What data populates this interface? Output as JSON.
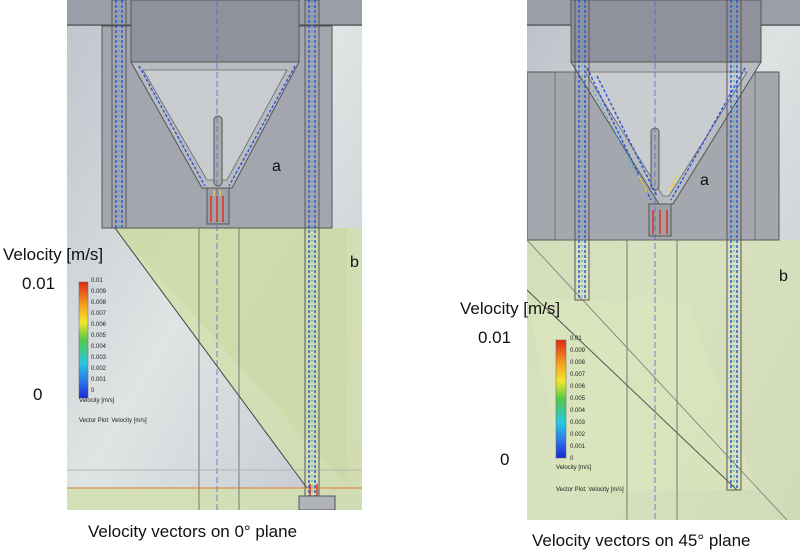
{
  "left": {
    "velocity_label": "Velocity [m/s]",
    "max_label": "0.01",
    "min_label": "0",
    "label_a": "a",
    "label_b": "b",
    "legend_ticks": [
      "0.01",
      "0.009",
      "0.008",
      "0.007",
      "0.006",
      "0.005",
      "0.004",
      "0.003",
      "0.002",
      "0.001",
      "0"
    ],
    "legend_title": "Velocity [m/s]",
    "plot_title": "Vector Plot: Velocity [m/s]",
    "caption": "Velocity vectors on 0° plane"
  },
  "right": {
    "velocity_label": "Velocity [m/s]",
    "max_label": "0.01",
    "min_label": "0",
    "label_a": "a",
    "label_b": "b",
    "legend_ticks": [
      "0.01",
      "0.009",
      "0.008",
      "0.007",
      "0.006",
      "0.005",
      "0.004",
      "0.003",
      "0.002",
      "0.001",
      "0"
    ],
    "legend_title": "Velocity [m/s]",
    "plot_title": "Vector Plot: Velocity [m/s]",
    "caption": "Velocity vectors on 45° plane"
  },
  "colors": {
    "hopper_gray": "#8f929c",
    "cone_fill": "#b7bcc0",
    "green_region": "#d2dfae",
    "vector_blue": "#2d4fd6",
    "vector_red": "#e03020"
  }
}
